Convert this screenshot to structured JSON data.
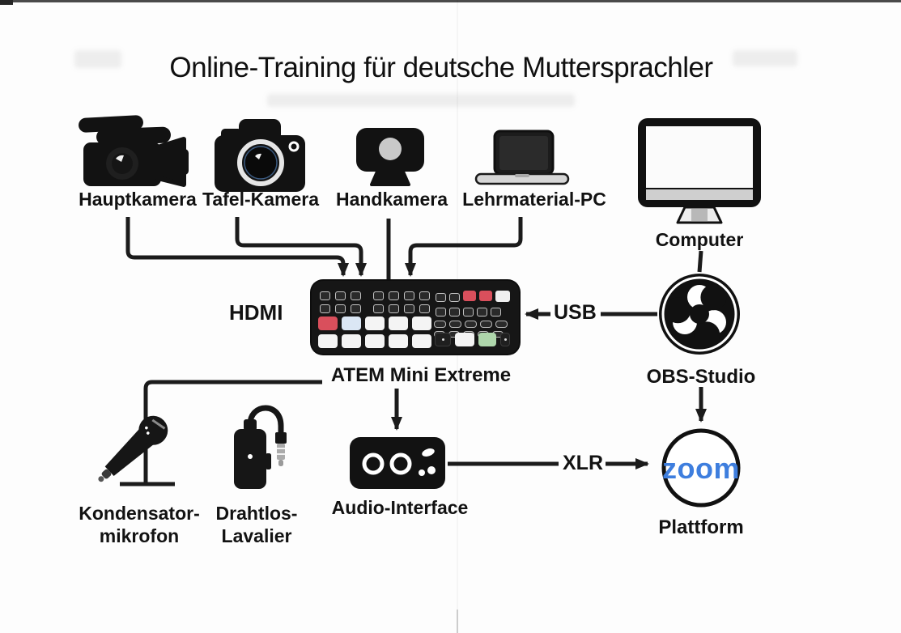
{
  "title": "Online-Training für deutsche Muttersprachler",
  "devices": {
    "hauptkamera": {
      "label": "Hauptkamera",
      "icon": "camcorder-icon"
    },
    "tafelkamera": {
      "label": "Tafel-Kamera",
      "icon": "dslr-camera-icon"
    },
    "handkamera": {
      "label": "Handkamera",
      "icon": "webcam-icon"
    },
    "lehrmaterialpc": {
      "label": "Lehrmaterial-PC",
      "icon": "laptop-icon"
    },
    "computer": {
      "label": "Computer",
      "icon": "monitor-icon"
    },
    "atem": {
      "label": "ATEM Mini Extreme",
      "icon": "video-switcher-icon"
    },
    "obs": {
      "label": "OBS-Studio",
      "icon": "obs-logo-icon"
    },
    "audiointerface": {
      "label": "Audio-Interface",
      "icon": "audio-interface-icon"
    },
    "kondensator": {
      "label_line1": "Kondensator-",
      "label_line2": "mikrofon",
      "icon": "microphone-icon"
    },
    "lavalier": {
      "label_line1": "Drahtlos-",
      "label_line2": "Lavalier",
      "icon": "lavalier-mic-icon"
    },
    "zoom": {
      "logo_text": "zoom",
      "label": "Plattform",
      "icon": "zoom-logo-icon"
    }
  },
  "connections": {
    "hdmi": "HDMI",
    "usb": "USB",
    "xlr": "XLR"
  },
  "colors": {
    "line": "#1b1b1b",
    "zoom_blue": "#3e7ede",
    "atem_red": "#d94f5c",
    "atem_green": "#aed6ab",
    "atem_pale_blue": "#dbe7f5",
    "paper": "#fdfdfd"
  }
}
